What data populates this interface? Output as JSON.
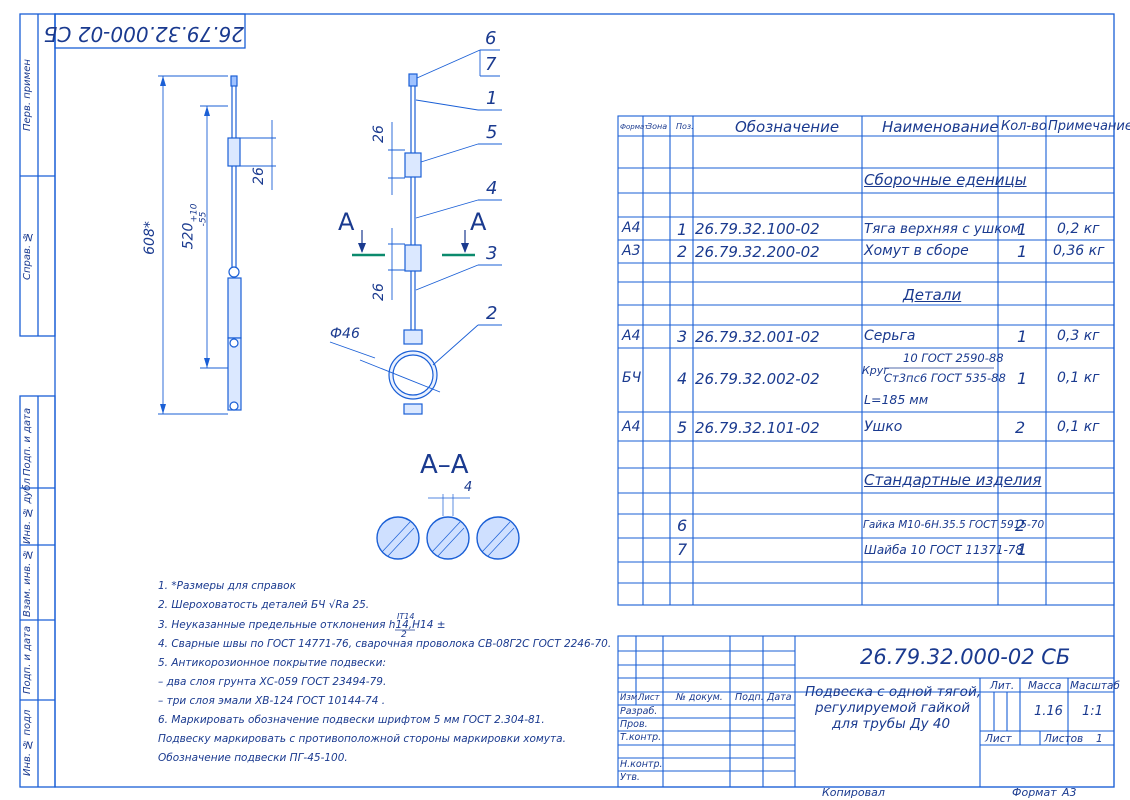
{
  "stamp_top": "26.79.32.000-02 СБ",
  "side_labels": {
    "perv_primen": "Перв. примен",
    "sprav_no": "Справ. №",
    "podp_data_1": "Подп. и дата",
    "inv_dubl": "Инв. № дубл",
    "vzam_inv": "Взам. инв. №",
    "podp_data_2": "Подп. и дата",
    "inv_podl": "Инв. № подл"
  },
  "drawing": {
    "dim_608": "608*",
    "dim_520": "520",
    "dim_520_tol_up": "+10",
    "dim_520_tol_dn": "-55",
    "dim_26_a": "26",
    "dim_26_b": "26",
    "dim_26_c": "26",
    "dim_phi46": "Ф46",
    "section_mark_left": "А",
    "section_mark_right": "А",
    "section_title": "А–А",
    "dim_4": "4",
    "pos_1": "1",
    "pos_2": "2",
    "pos_3": "3",
    "pos_4": "4",
    "pos_5": "5",
    "pos_6": "6",
    "pos_7": "7"
  },
  "notes": [
    "1. *Размеры для справок",
    "2. Шероховатость деталей БЧ  √Ra 25.",
    "3. Неуказанные предельные отклонения h14,H14 ±",
    "4. Сварные швы по ГОСТ 14771-76, сварочная проволока СВ-08Г2С  ГОСТ 2246-70.",
    "5. Антикорозионное покрытие подвески:",
    "– два слоя грунта ХС-059  ГОСТ 23494-79.",
    "– три слоя эмали ХВ-124 ГОСТ 10144-74 .",
    "6.  Маркировать обозначение подвески шрифтом 5 мм ГОСТ 2.304-81.",
    "Подвеску маркировать с противоположной стороны маркировки хомута.",
    "Обозначение подвески ПГ-45-100."
  ],
  "note3_frac_num": "IT14",
  "note3_frac_den": "2",
  "spec": {
    "headers": {
      "format": "Формат",
      "zone": "Зона",
      "pos": "Поз.",
      "designation": "Обозначение",
      "name": "Наименование",
      "qty": "Кол-во",
      "note": "Примечание"
    },
    "section_assembly": "Сборочные еденицы",
    "section_details": "Детали",
    "section_standard": "Стандартные изделия",
    "rows": [
      {
        "fmt": "А4",
        "pos": "1",
        "des": "26.79.32.100-02",
        "name": "Тяга верхняя с ушком",
        "qty": "1",
        "note": "0,2 кг"
      },
      {
        "fmt": "А3",
        "pos": "2",
        "des": "26.79.32.200-02",
        "name": "Хомут в сборе",
        "qty": "1",
        "note": "0,36 кг"
      },
      {
        "fmt": "А4",
        "pos": "3",
        "des": "26.79.32.001-02",
        "name": "Серьга",
        "qty": "1",
        "note": "0,3 кг"
      },
      {
        "fmt": "БЧ",
        "pos": "4",
        "des": "26.79.32.002-02",
        "name": "",
        "qty": "1",
        "note": "0,1 кг"
      },
      {
        "fmt": "А4",
        "pos": "5",
        "des": "26.79.32.101-02",
        "name": "Ушко",
        "qty": "2",
        "note": "0,1 кг"
      },
      {
        "fmt": "",
        "pos": "6",
        "des": "",
        "name": "Гайка М10-6Н.35.5 ГОСТ 5915-70",
        "qty": "2",
        "note": ""
      },
      {
        "fmt": "",
        "pos": "7",
        "des": "",
        "name": "Шайба 10 ГОСТ 11371-78",
        "qty": "1",
        "note": ""
      }
    ],
    "row4_name": {
      "krug": "Круг",
      "top": "10 ГОСТ 2590-88",
      "bottom": "Ст3пс6 ГОСТ 535-88",
      "length": "L=185 мм"
    }
  },
  "title_block": {
    "designation": "26.79.32.000-02 СБ",
    "name_line1": "Подвеска с одной тягой,",
    "name_line2": "регулируемой гайкой",
    "name_line3": "для трубы Ду 40",
    "lit": "Лит.",
    "massa": "Масса",
    "masshtab": "Масштаб",
    "massa_value": "1.16",
    "scale_value": "1:1",
    "list": "Лист",
    "listov": "Листов",
    "listov_value": "1",
    "izm": "Изм.",
    "list_h": "Лист",
    "n_dokum": "№ докум.",
    "podp": "Подп.",
    "data": "Дата",
    "razrab": "Разраб.",
    "prov": "Пров.",
    "tkontr": "Т.контр.",
    "nkontr": "Н.контр.",
    "utv": "Утв."
  },
  "footer": {
    "kopiroval": "Копировал",
    "format_label": "Формат",
    "format_value": "А3"
  }
}
